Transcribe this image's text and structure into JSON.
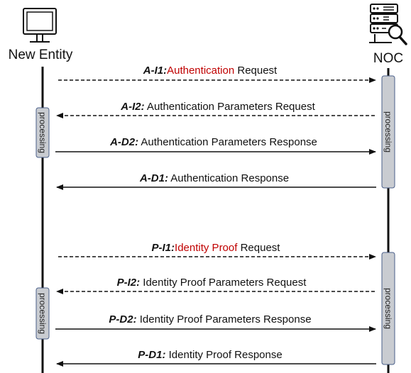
{
  "actors": {
    "left": {
      "name": "New Entity",
      "icon": "monitor-icon"
    },
    "right": {
      "name": "NOC",
      "icon": "server-search-icon"
    }
  },
  "processing_label": "processing",
  "colors": {
    "highlight": "#c00000",
    "box_fill": "#c9ccd1",
    "box_stroke": "#4a5f8a",
    "line": "#111111"
  },
  "messages": [
    {
      "id": "A-I1",
      "code": "A-I1:",
      "pre": "",
      "highlight": "Authentication",
      "post": " Request",
      "direction": "to-right",
      "style": "dashed"
    },
    {
      "id": "A-I2",
      "code": "A-I2:",
      "pre": " Authentication Parameters Request",
      "highlight": "",
      "post": "",
      "direction": "to-left",
      "style": "dashed"
    },
    {
      "id": "A-D2",
      "code": "A-D2:",
      "pre": " Authentication Parameters Response",
      "highlight": "",
      "post": "",
      "direction": "to-right",
      "style": "solid"
    },
    {
      "id": "A-D1",
      "code": "A-D1:",
      "pre": " Authentication Response",
      "highlight": "",
      "post": "",
      "direction": "to-left",
      "style": "solid"
    },
    {
      "id": "P-I1",
      "code": "P-I1:",
      "pre": "",
      "highlight": "Identity Proof",
      "post": " Request",
      "direction": "to-right",
      "style": "dashed"
    },
    {
      "id": "P-I2",
      "code": "P-I2:",
      "pre": " Identity Proof Parameters Request",
      "highlight": "",
      "post": "",
      "direction": "to-left",
      "style": "dashed"
    },
    {
      "id": "P-D2",
      "code": "P-D2:",
      "pre": " Identity Proof Parameters Response",
      "highlight": "",
      "post": "",
      "direction": "to-right",
      "style": "solid"
    },
    {
      "id": "P-D1",
      "code": "P-D1:",
      "pre": " Identity Proof Response",
      "highlight": "",
      "post": "",
      "direction": "to-left",
      "style": "solid"
    }
  ]
}
